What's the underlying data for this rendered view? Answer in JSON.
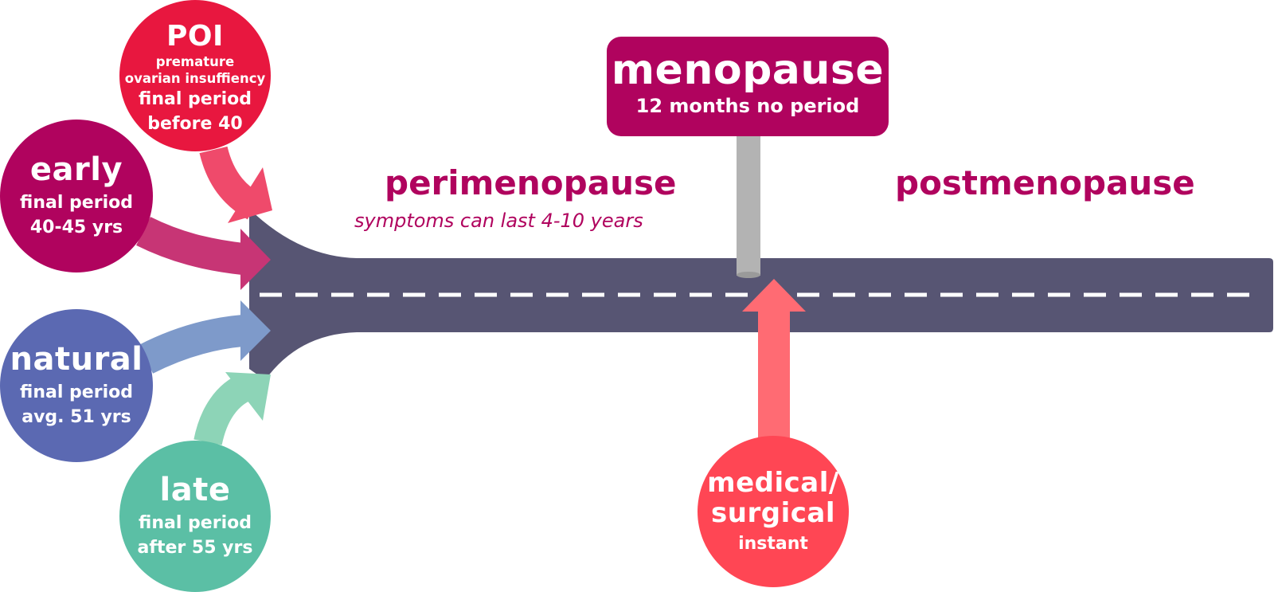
{
  "diagram": {
    "stage_before": {
      "title": "perimenopause",
      "subtitle": "symptoms can last 4-10 years"
    },
    "milestone": {
      "title": "menopause",
      "subtitle": "12 months no period"
    },
    "stage_after": {
      "title": "postmenopause"
    },
    "entry_points": [
      {
        "id": "poi",
        "title": "POI",
        "detail_lines": [
          "premature",
          "ovarian insuffiency"
        ],
        "line1": "final period",
        "line2": "before 40",
        "color": "#e8173f",
        "arrow_color": "#ef4a6b"
      },
      {
        "id": "early",
        "title": "early",
        "line1": "final period",
        "line2": "40-45 yrs",
        "color": "#b0035e",
        "arrow_color": "#c73575"
      },
      {
        "id": "natural",
        "title": "natural",
        "line1": "final period",
        "line2": "avg. 51 yrs",
        "color": "#5b69b2",
        "arrow_color": "#7e9aca"
      },
      {
        "id": "late",
        "title": "late",
        "line1": "final period",
        "line2": "after 55 yrs",
        "color": "#5bbfa5",
        "arrow_color": "#8dd4b7"
      },
      {
        "id": "medical",
        "title_line1": "medical/",
        "title_line2": "surgical",
        "detail": "instant",
        "color": "#ff4654",
        "arrow_color": "#ff6b73"
      }
    ],
    "colors": {
      "road": "#575573",
      "road_markings": "#ffffff",
      "sign": "#b0035e",
      "sign_post": "#b3b3b3",
      "text_accent": "#b0035e"
    }
  }
}
